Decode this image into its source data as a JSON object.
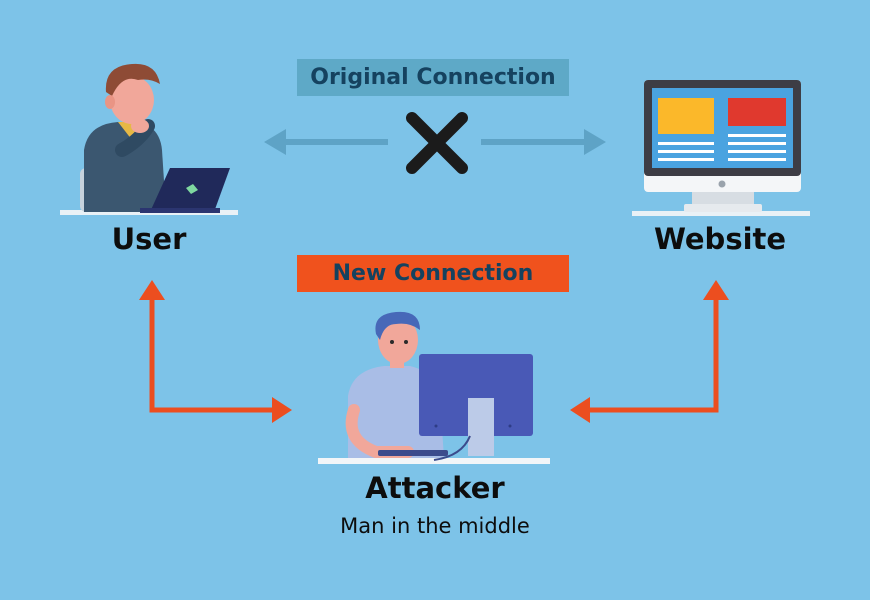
{
  "colors": {
    "background": "#7dc3e8",
    "original_tag_bg": "#5ea9c7",
    "original_tag_text": "#15425f",
    "new_tag_bg": "#f0521d",
    "new_tag_text": "#15425f",
    "attack_arrow": "#ec4e1f",
    "blocked_arrow": "#5ea3c6",
    "cross": "#1b1b1b"
  },
  "original_connection": {
    "label": "Original Connection",
    "status": "blocked"
  },
  "new_connection": {
    "label": "New Connection"
  },
  "nodes": {
    "user": {
      "label": "User",
      "icon": "user-laptop-icon"
    },
    "website": {
      "label": "Website",
      "icon": "monitor-icon"
    },
    "attacker": {
      "label": "Attacker",
      "sublabel": "Man in the middle",
      "icon": "attacker-computer-icon"
    }
  }
}
